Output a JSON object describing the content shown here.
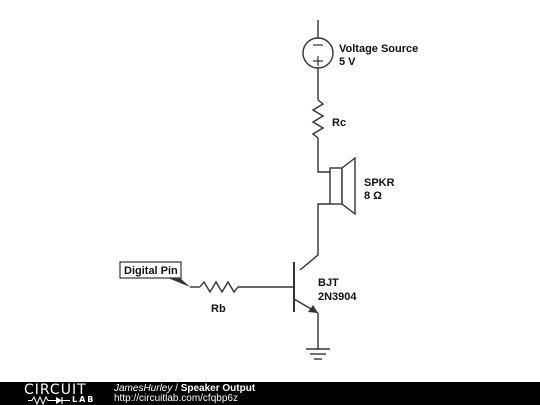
{
  "schematic": {
    "source": {
      "name": "Voltage Source",
      "value": "5 V"
    },
    "collector_resistor": {
      "name": "Rc"
    },
    "speaker": {
      "name": "SPKR",
      "value": "8 Ω"
    },
    "transistor": {
      "name": "BJT",
      "part": "2N3904"
    },
    "input": {
      "label": "Digital Pin"
    },
    "base_resistor": {
      "name": "Rb"
    }
  },
  "footer": {
    "logo_top": "CIRCUIT",
    "logo_bottom": "LAB",
    "author": "JamesHurley",
    "separator": " / ",
    "title": "Speaker Output",
    "url": "http://circuitlab.com/cfqbp6z"
  }
}
